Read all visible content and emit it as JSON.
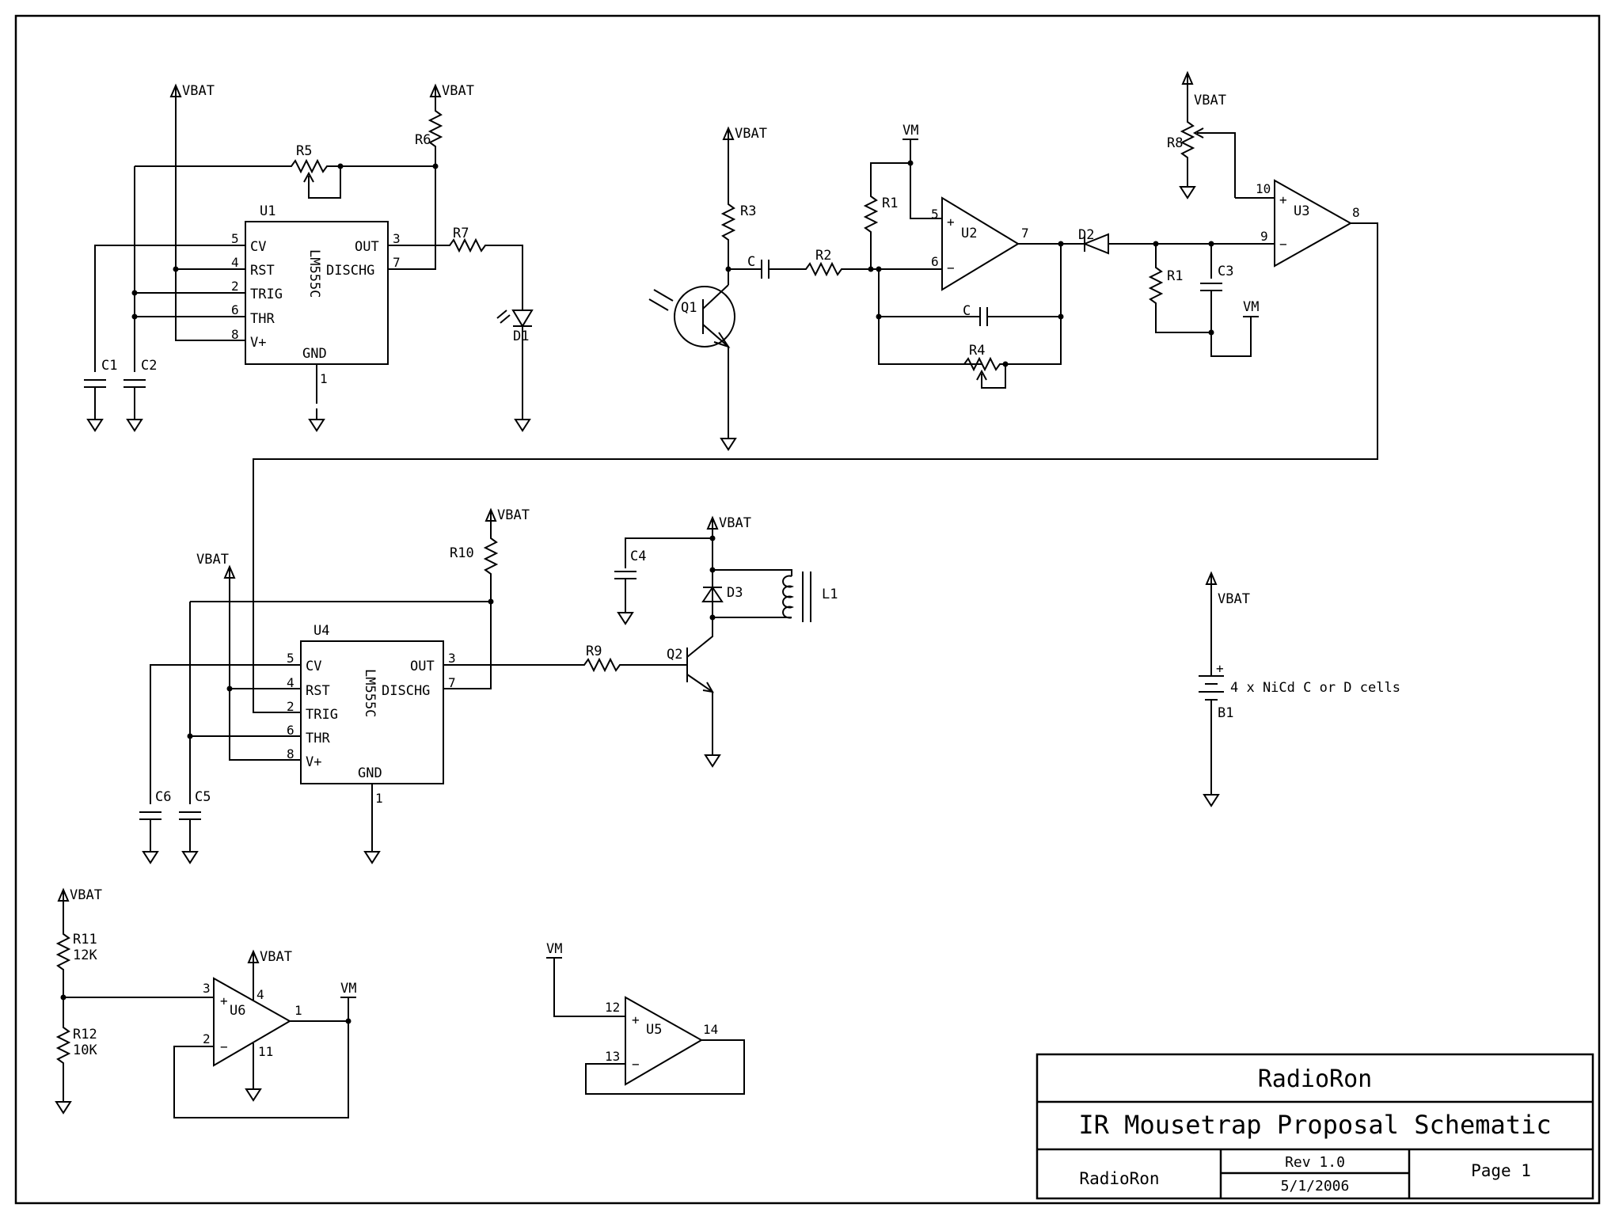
{
  "labels": {
    "vbat": "VBAT",
    "vm": "VM",
    "u1": "U1",
    "u4": "U4",
    "u2": "U2",
    "u3": "U3",
    "u5": "U5",
    "u6": "U6",
    "lm555c": "LM555C",
    "cv": "CV",
    "rst": "RST",
    "trig": "TRIG",
    "thr": "THR",
    "vplus": "V+",
    "out": "OUT",
    "dischg": "DISCHG",
    "gnd": "GND",
    "p1": "1",
    "p2": "2",
    "p3": "3",
    "p4": "4",
    "p5": "5",
    "p6": "6",
    "p7": "7",
    "p8": "8",
    "p9": "9",
    "p10": "10",
    "p11": "11",
    "p12": "12",
    "p13": "13",
    "p14": "14",
    "plus": "+",
    "minus": "−",
    "r1": "R1",
    "r2": "R2",
    "r3": "R3",
    "r4": "R4",
    "r5": "R5",
    "r6": "R6",
    "r7": "R7",
    "r8": "R8",
    "r9": "R9",
    "r10": "R10",
    "r11": "R11",
    "r12": "R12",
    "r11v": "12K",
    "r12v": "10K",
    "c": "C",
    "c1": "C1",
    "c2": "C2",
    "c3": "C3",
    "c4": "C4",
    "c5": "C5",
    "c6": "C6",
    "d1": "D1",
    "d2": "D2",
    "d3": "D3",
    "q1": "Q1",
    "q2": "Q2",
    "l1": "L1",
    "b1": "B1",
    "battery_desc": "4 x NiCd C or D cells"
  },
  "title_block": {
    "company": "RadioRon",
    "title": "IR Mousetrap Proposal Schematic",
    "author": "RadioRon",
    "rev": "Rev 1.0",
    "date": "5/1/2006",
    "page": "Page 1"
  }
}
